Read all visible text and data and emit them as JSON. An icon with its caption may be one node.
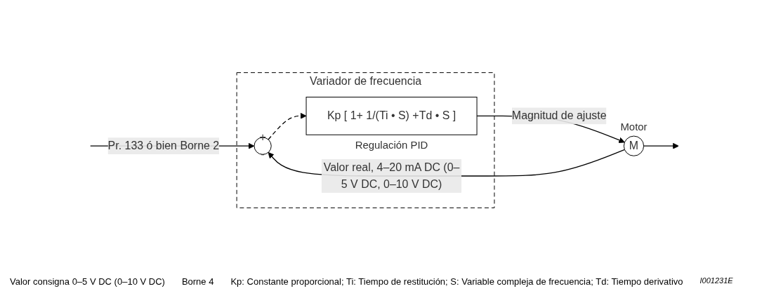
{
  "diagram": {
    "nodes": [
      {
        "text": [
          "Variador de frecuencia"
        ]
      },
      {
        "text": [
          "+",
          "-"
        ],
        "in": 0
      },
      {
        "text": [
          "Kp [ 1+ 1/(Ti • S) +Td • S ]"
        ],
        "beside": [
          "Regulación PID"
        ],
        "in": 0
      },
      {
        "text": [
          "M"
        ],
        "beside": [
          "Motor"
        ]
      }
    ],
    "edges": [
      {
        "from": null,
        "to": 1,
        "arrow": "to",
        "label": "Pr. 133 ó bien Borne 2"
      },
      {
        "from": 1,
        "to": 2,
        "arrow": "to",
        "style": "dashed"
      },
      {
        "from": 2,
        "to": 3,
        "arrow": "to",
        "label": "Magnitud de ajuste"
      },
      {
        "from": 3,
        "to": null,
        "arrow": "to"
      },
      {
        "from": 3,
        "to": 1,
        "arrow": "to",
        "label": "Valor real, 4–20 mA DC (0–5 V DC, 0–10 V DC)"
      }
    ],
    "labels": [
      "Valor consigna 0–5 V DC (0–10 V DC)",
      "Borne 4",
      "Kp: Constante proporcional; Ti: Tiempo de restitución; S: Variable compleja de frecuencia; Td: Tiempo derivativo",
      "I001231E"
    ]
  }
}
